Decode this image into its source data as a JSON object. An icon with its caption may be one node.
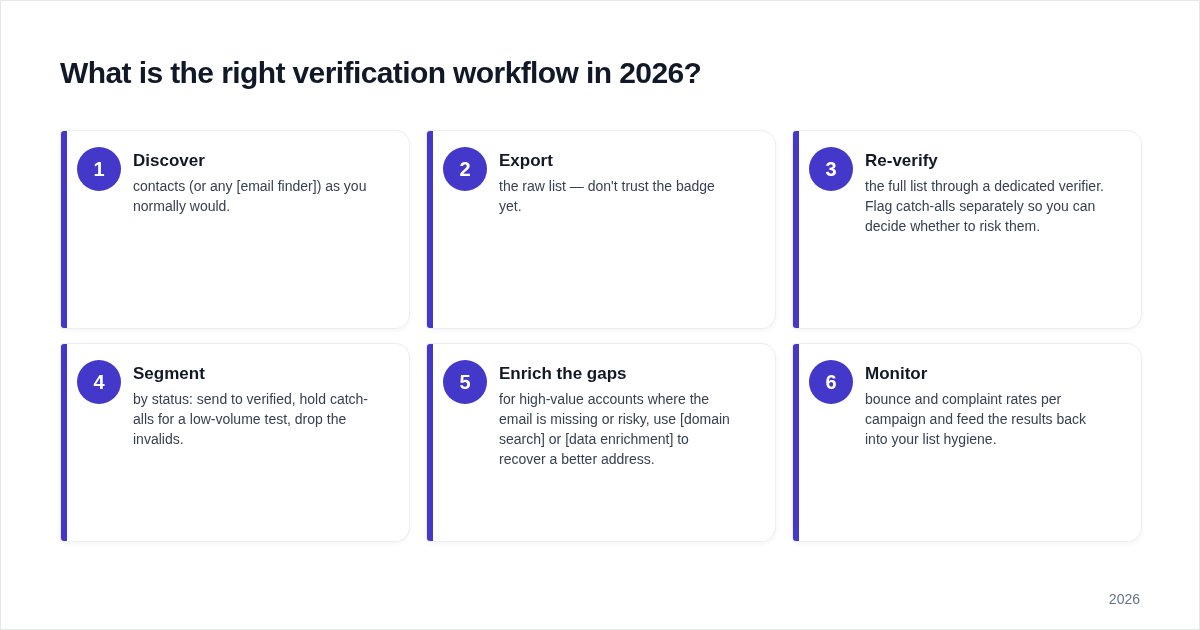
{
  "diagram": {
    "title": "What is the right verification workflow in 2026?",
    "nodes": [
      {
        "text": [
          "Discover",
          "contacts (or any [email finder]) as you normally would."
        ]
      },
      {
        "text": [
          "1"
        ],
        "in": 0
      },
      {
        "text": [
          "Export",
          "the raw list — don't trust the badge yet."
        ]
      },
      {
        "text": [
          "2"
        ],
        "in": 2
      },
      {
        "text": [
          "Re-verify",
          "the full list through a dedicated verifier. Flag catch-alls separately so you can decide whether to risk them."
        ]
      },
      {
        "text": [
          "3"
        ],
        "in": 4
      },
      {
        "text": [
          "Segment",
          "by status: send to verified, hold catch-alls for a low-volume test, drop the invalids."
        ]
      },
      {
        "text": [
          "4"
        ],
        "in": 6
      },
      {
        "text": [
          "Enrich the gaps",
          "for high-value accounts where the email is missing or risky, use [domain search] or [data enrichment] to recover a better address."
        ]
      },
      {
        "text": [
          "5"
        ],
        "in": 8
      },
      {
        "text": [
          "Monitor",
          "bounce and complaint rates per campaign and feed the results back into your list hygiene."
        ]
      },
      {
        "text": [
          "6"
        ],
        "in": 10
      }
    ],
    "labels": [
      "2026"
    ]
  }
}
